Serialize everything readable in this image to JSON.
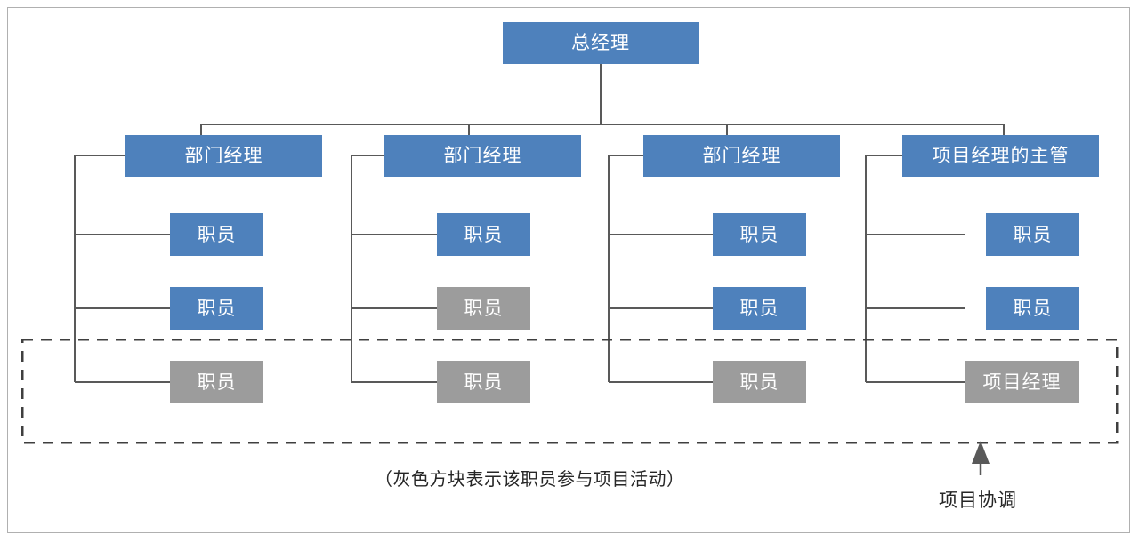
{
  "diagram": {
    "title_node": {
      "label": "总经理",
      "color": "#4e81bc"
    },
    "colors": {
      "blue": "#4e81bc",
      "gray": "#9c9c9c",
      "line": "#595959",
      "frame": "#b0b0b0",
      "text": "#262626"
    },
    "columns": [
      {
        "id": "column-1",
        "head": {
          "label": "部门经理",
          "color": "blue"
        },
        "members": [
          {
            "label": "职员",
            "color": "blue"
          },
          {
            "label": "职员",
            "color": "blue"
          },
          {
            "label": "职员",
            "color": "gray"
          }
        ]
      },
      {
        "id": "column-2",
        "head": {
          "label": "部门经理",
          "color": "blue"
        },
        "members": [
          {
            "label": "职员",
            "color": "blue"
          },
          {
            "label": "职员",
            "color": "gray"
          },
          {
            "label": "职员",
            "color": "gray"
          }
        ]
      },
      {
        "id": "column-3",
        "head": {
          "label": "部门经理",
          "color": "blue"
        },
        "members": [
          {
            "label": "职员",
            "color": "blue"
          },
          {
            "label": "职员",
            "color": "blue"
          },
          {
            "label": "职员",
            "color": "gray"
          }
        ]
      },
      {
        "id": "column-4",
        "head": {
          "label": "项目经理的主管",
          "color": "blue"
        },
        "members": [
          {
            "label": "职员",
            "color": "blue"
          },
          {
            "label": "职员",
            "color": "blue"
          },
          {
            "label": "项目经理",
            "color": "gray"
          }
        ]
      }
    ],
    "legend": {
      "caption": "（灰色方块表示该职员参与项目活动）"
    },
    "annotation": {
      "label": "项目协调"
    }
  }
}
